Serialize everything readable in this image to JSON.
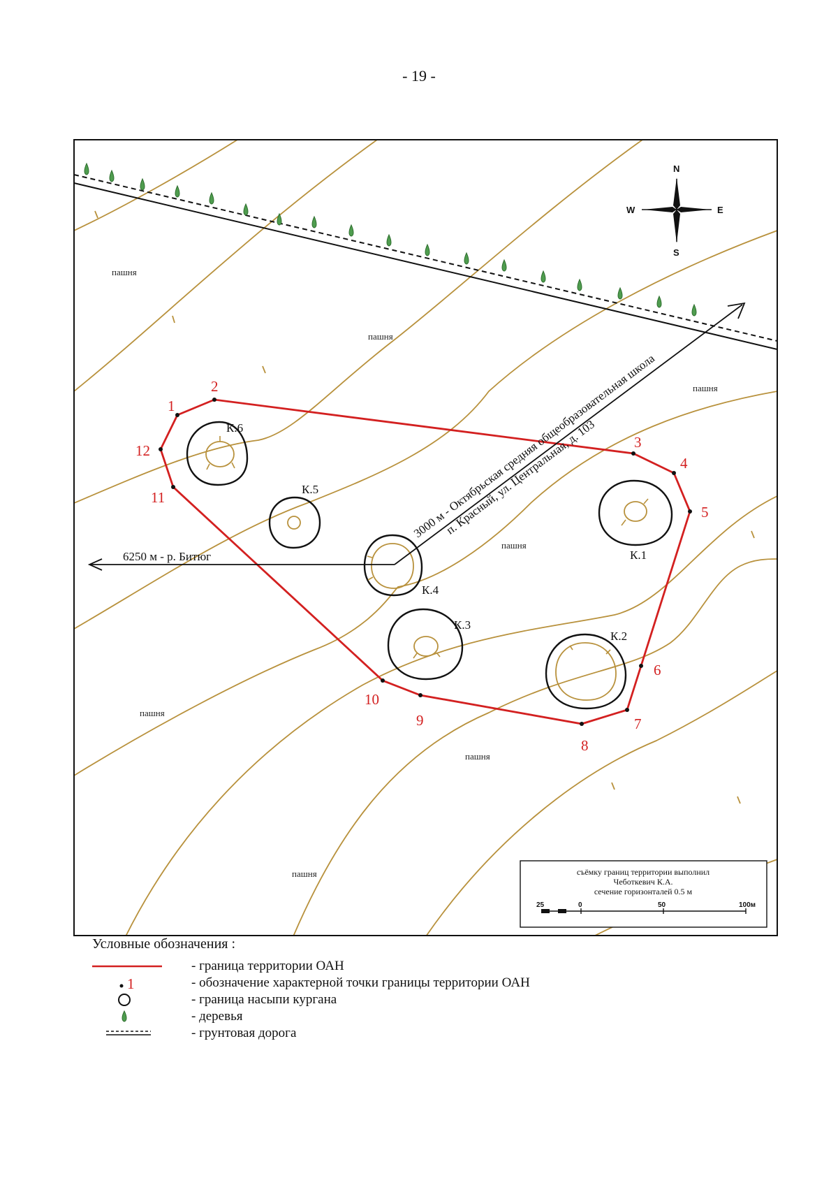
{
  "page_number": "- 19 -",
  "map": {
    "compass": {
      "n": "N",
      "s": "S",
      "w": "W",
      "e": "E"
    },
    "field_labels": [
      {
        "id": "field-1",
        "text": "пашня"
      },
      {
        "id": "field-2",
        "text": "пашня"
      },
      {
        "id": "field-3",
        "text": "пашня"
      },
      {
        "id": "field-4",
        "text": "пашня"
      },
      {
        "id": "field-5",
        "text": "пашня"
      },
      {
        "id": "field-6",
        "text": "пашня"
      },
      {
        "id": "field-7",
        "text": "пашня"
      }
    ],
    "boundary_points": [
      "1",
      "2",
      "3",
      "4",
      "5",
      "6",
      "7",
      "8",
      "9",
      "10",
      "11",
      "12"
    ],
    "kurgans": [
      "К.1",
      "К.2",
      "К.3",
      "К.4",
      "К.5",
      "К.6"
    ],
    "direction_school": {
      "line1": "3000 м - Октябрьская средняя общеобразовательная школа",
      "line2": "п. Красный, ул. Центральная, д. 103"
    },
    "direction_river": "6250 м - р. Битюг",
    "credit": {
      "line1": "съёмку границ территории выполнил",
      "line2": "Чеботкевич К.А.",
      "line3": "сечение горизонталей 0.5 м"
    },
    "scale_labels": [
      "25",
      "0",
      "50",
      "100м"
    ],
    "colors": {
      "boundary": "#d32020",
      "contour": "#b8913c",
      "tree": "#4f9d4f",
      "ink": "#111111"
    }
  },
  "legend": {
    "title": "Условные обозначения :",
    "point_number": "1",
    "items": [
      {
        "symbol": "red-line",
        "text": "- граница территории ОАН"
      },
      {
        "symbol": "point",
        "text": "- обозначение характерной точки границы территории ОАН"
      },
      {
        "symbol": "circle",
        "text": "- граница насыпи кургана"
      },
      {
        "symbol": "tree",
        "text": "- деревья"
      },
      {
        "symbol": "dashed",
        "text": "- грунтовая дорога"
      }
    ]
  }
}
